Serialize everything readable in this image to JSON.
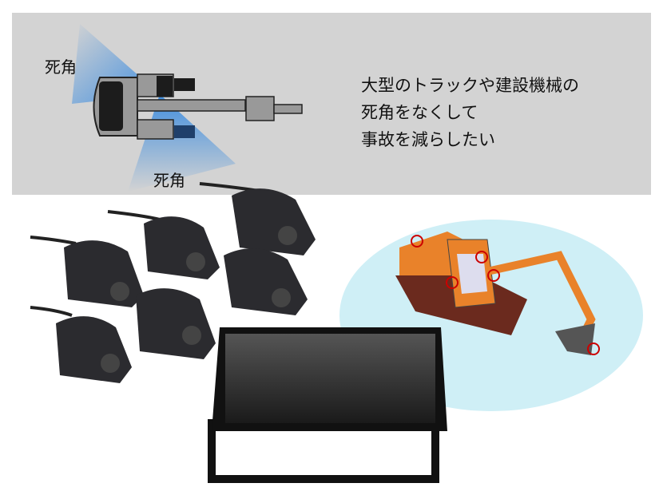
{
  "diagram": {
    "blind_spot_label_top": "死角",
    "blind_spot_label_bottom": "死角"
  },
  "headline": {
    "lines": [
      "大型のトラックや建設機械の",
      "死角をなくして",
      "事故を減らしたい"
    ]
  },
  "colors": {
    "banner": "#d3d3d3",
    "blind_spot": "#3a8fe0",
    "backdrop": "#cfeff6",
    "excavator": "#e9822a"
  }
}
